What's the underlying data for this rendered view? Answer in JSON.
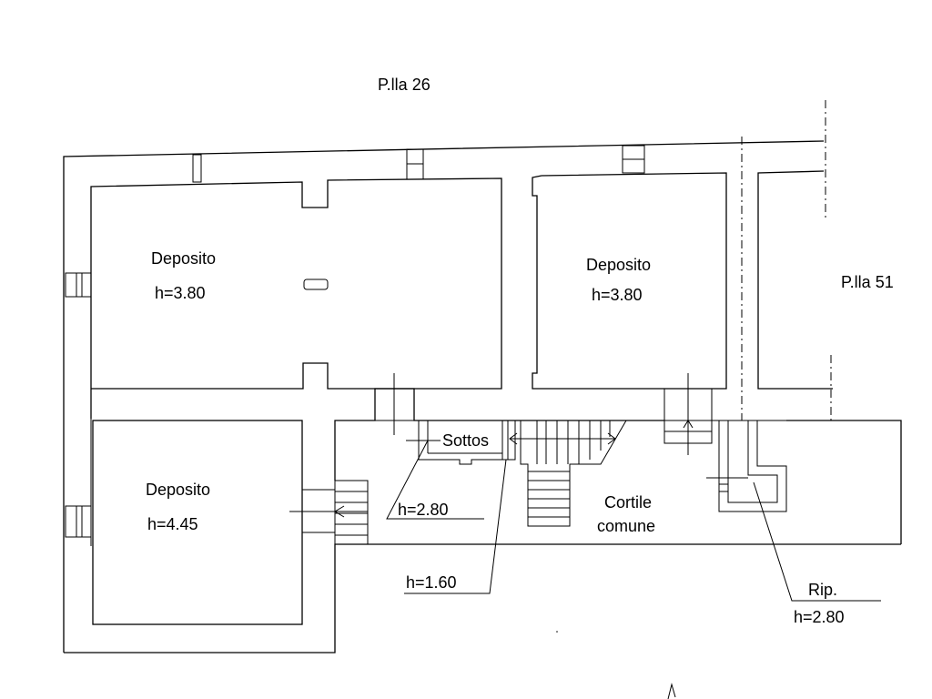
{
  "neighbors": {
    "top": "P.lla 26",
    "right": "P.lla 51"
  },
  "rooms": {
    "top_left": {
      "name": "Deposito",
      "height": "h=3.80"
    },
    "top_middle": {
      "name": "Deposito",
      "height": "h=3.80"
    },
    "bottom_left": {
      "name": "Deposito",
      "height": "h=4.45"
    }
  },
  "courtyard": {
    "line1": "Cortile",
    "line2": "comune"
  },
  "sottos": {
    "label": "Sottos",
    "height": "h=2.80"
  },
  "stair_height": "h=1.60",
  "rip": {
    "label": "Rip.",
    "height": "h=2.80"
  }
}
